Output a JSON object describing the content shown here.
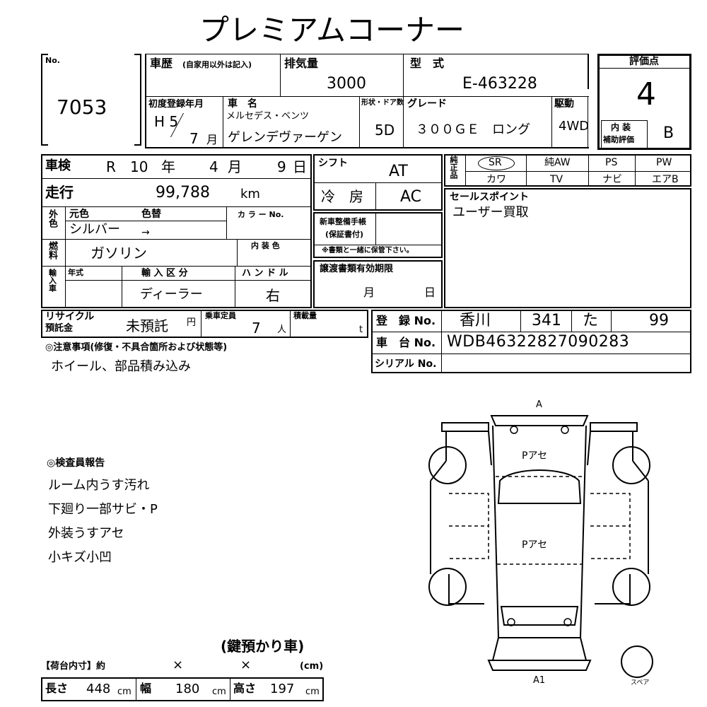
{
  "title": "プレミアムコーナー",
  "lot": {
    "label": "No.",
    "number": "7053"
  },
  "history": {
    "label": "車歴",
    "note": "(自家用以外は記入)"
  },
  "displacement": {
    "label": "排気量",
    "value": "3000"
  },
  "model_code": {
    "label": "型　式",
    "value": "E-463228"
  },
  "score": {
    "label": "評価点",
    "value": "4",
    "interior_label_1": "内 装",
    "interior_label_2": "補助評価",
    "interior_value": "B"
  },
  "first_reg": {
    "label": "初度登録年月",
    "era_year": "H 5",
    "month": "7",
    "month_unit": "月"
  },
  "car_name": {
    "label": "車　名",
    "maker": "メルセデス・ベンツ",
    "name": "ゲレンデヴァーゲン"
  },
  "body_type": {
    "label": "形状・ドア数",
    "value": "5D"
  },
  "grade": {
    "label": "グレード",
    "value": "３００ＧＥ　ロング"
  },
  "drive": {
    "label": "駆動",
    "value": "4WD"
  },
  "inspection": {
    "label": "車検",
    "era": "R",
    "year": "10",
    "year_unit": "年",
    "month": "4",
    "month_unit": "月",
    "day": "9",
    "day_unit": "日"
  },
  "mileage": {
    "label": "走行",
    "value": "99,788",
    "unit": "km"
  },
  "shift": {
    "label": "シフト",
    "value": "AT"
  },
  "ac": {
    "label": "冷　房",
    "value": "AC"
  },
  "color": {
    "side_label": "外色",
    "original_label": "元色",
    "change_label": "色替",
    "original_value": "シルバー",
    "arrow": "→",
    "code_label": "カ ラ ー No."
  },
  "fuel": {
    "side_label": "燃料",
    "value": "ガソリン",
    "interior_color_label": "内 装 色"
  },
  "import": {
    "side_label": "輸入車",
    "year_label": "年式",
    "type_label": "輸 入 区 分",
    "type_value": "ディーラー",
    "handle_label": "ハ ン ド ル",
    "handle_value": "右"
  },
  "manual": {
    "label_1": "新車整備手帳",
    "label_2": "(保証書付)",
    "note": "※書類と一緒に保管下さい。"
  },
  "transfer": {
    "label": "譲渡書類有効期限",
    "month_unit": "月",
    "day_unit": "日"
  },
  "options": {
    "side_label": "純正品",
    "items": [
      "SR",
      "純AW",
      "PS",
      "PW",
      "カワ",
      "TV",
      "ナビ",
      "エアB"
    ]
  },
  "sales_point": {
    "label": "セールスポイント",
    "value": "ユーザー買取"
  },
  "recycle": {
    "label_1": "リサイクル",
    "label_2": "預託金",
    "value": "未預託",
    "unit": "円"
  },
  "capacity": {
    "label": "乗車定員",
    "value": "7",
    "unit": "人"
  },
  "load": {
    "label": "積載量",
    "unit": "t"
  },
  "registration": {
    "label": "登　録 No.",
    "region": "香川",
    "class": "341",
    "kana": "た",
    "number": "99"
  },
  "chassis": {
    "label": "車　台 No.",
    "value": "WDB46322827090283"
  },
  "serial": {
    "label": "シリアル No."
  },
  "notes": {
    "label": "◎注意事項(修復・不具合箇所および状態等)",
    "value": "ホイール、部品積み込み"
  },
  "inspector": {
    "label": "◎検査員報告",
    "lines": [
      "ルーム内うす汚れ",
      "下廻り一部サビ・P",
      "外装うすアセ",
      "小キズ小凹"
    ]
  },
  "diagram": {
    "front_mark": "A",
    "roof_mark": "Pアセ",
    "body_mark": "Pアセ",
    "rear_mark": "A1",
    "spare_label": "スペア"
  },
  "key_badge": "(鍵預かり車)",
  "cargo": {
    "label": "【荷台内寸】約",
    "x1": "×",
    "x2": "×",
    "unit": "(cm)"
  },
  "dims": {
    "length_label": "長さ",
    "length": "448",
    "width_label": "幅",
    "width": "180",
    "height_label": "高さ",
    "height": "197",
    "unit": "cm"
  }
}
